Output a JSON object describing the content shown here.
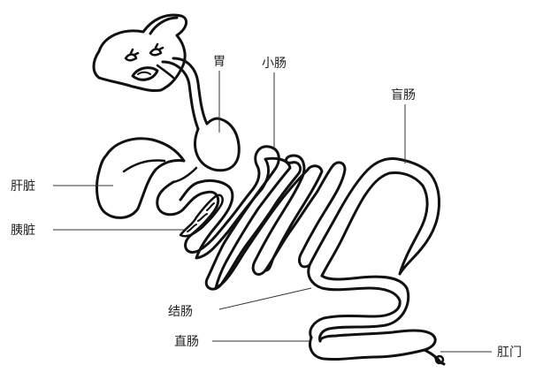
{
  "labels": {
    "stomach": "胃",
    "small_intestine": "小肠",
    "cecum": "盲肠",
    "liver": "肝脏",
    "pancreas": "胰脏",
    "colon": "结肠",
    "rectum": "直肠",
    "anus": "肛门"
  }
}
